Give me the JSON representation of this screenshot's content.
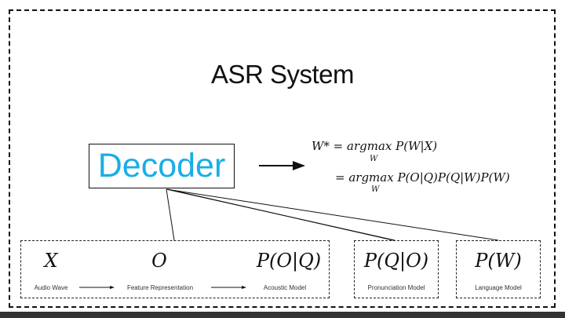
{
  "title": "ASR System",
  "decoder": {
    "label": "Decoder",
    "color": "#1aaee6"
  },
  "equation": {
    "line1": "W* = argmax P(W|X)",
    "line1_lhs": "W* =",
    "line1_rhs": "argmax P(W|X)",
    "line1_sub": "W",
    "line2": "= argmax P(O|Q)P(Q|W)P(W)",
    "line2_rhs": "= argmax P(O|Q)P(Q|W)P(W)",
    "line2_sub": "W"
  },
  "components": {
    "acoustic_group": {
      "symbols": [
        "X",
        "O",
        "P(O|Q)"
      ],
      "labels": [
        "Audio Wave",
        "Feature Representation",
        "Acoustic Model"
      ]
    },
    "pronunciation": {
      "symbol": "P(Q|O)",
      "label": "Pronunciation Model"
    },
    "language": {
      "symbol": "P(W)",
      "label": "Language Model"
    }
  }
}
